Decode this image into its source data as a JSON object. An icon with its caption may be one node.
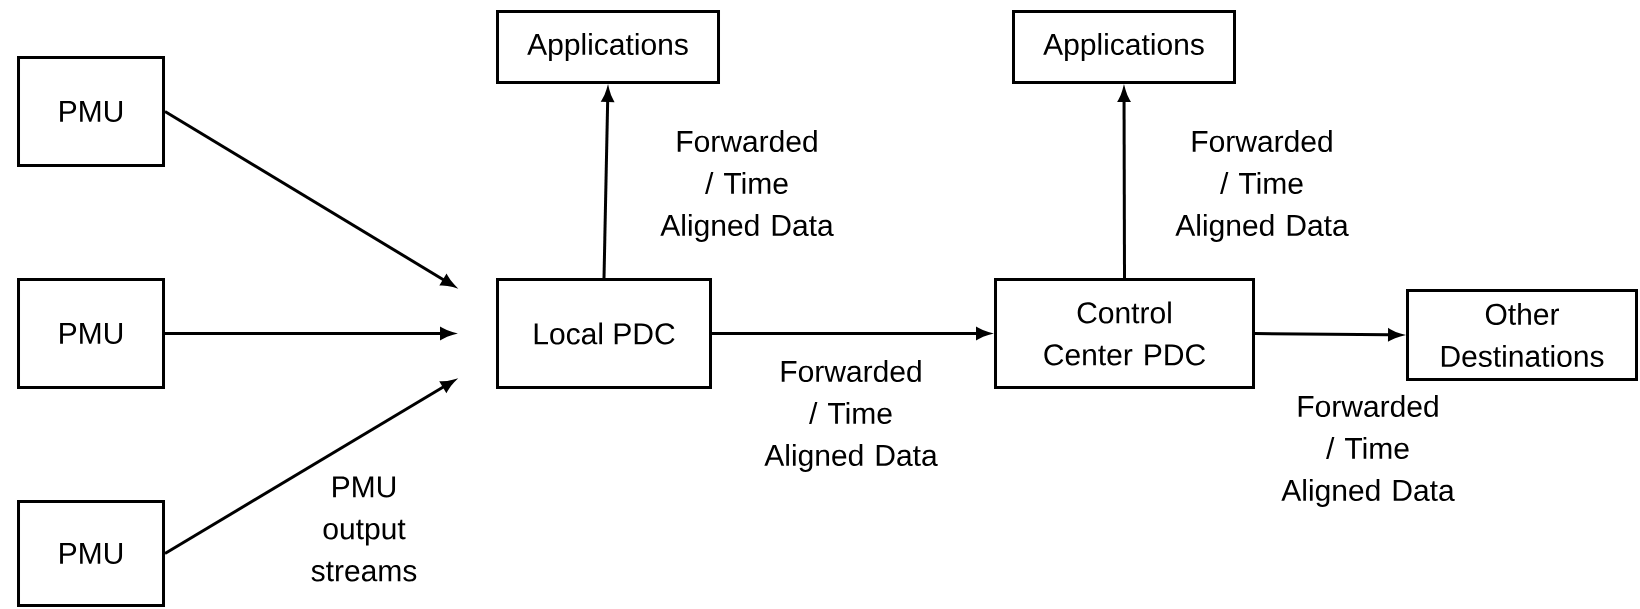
{
  "diagram": {
    "nodes": [
      {
        "text": [
          "PMU"
        ]
      },
      {
        "text": [
          "PMU"
        ]
      },
      {
        "text": [
          "PMU"
        ]
      },
      {
        "text": [
          "Local PDC"
        ]
      },
      {
        "text": [
          "Applications"
        ]
      },
      {
        "text": [
          "Control Center PDC"
        ]
      },
      {
        "text": [
          "Applications"
        ]
      },
      {
        "text": [
          "Other Destinations"
        ]
      }
    ],
    "edges": [
      {
        "from": 0,
        "to": 3,
        "arrow": "to"
      },
      {
        "from": 1,
        "to": 3,
        "arrow": "to"
      },
      {
        "from": 2,
        "to": 3,
        "arrow": "to",
        "label": "PMU output streams"
      },
      {
        "from": 3,
        "to": 4,
        "arrow": "to",
        "label": "Forwarded / Time Aligned Data"
      },
      {
        "from": 3,
        "to": 5,
        "arrow": "to",
        "label": "Forwarded / Time Aligned Data"
      },
      {
        "from": 5,
        "to": 6,
        "arrow": "to",
        "label": "Forwarded / Time Aligned Data"
      },
      {
        "from": 5,
        "to": 7,
        "arrow": "to",
        "label": "Forwarded / Time Aligned Data"
      }
    ]
  }
}
